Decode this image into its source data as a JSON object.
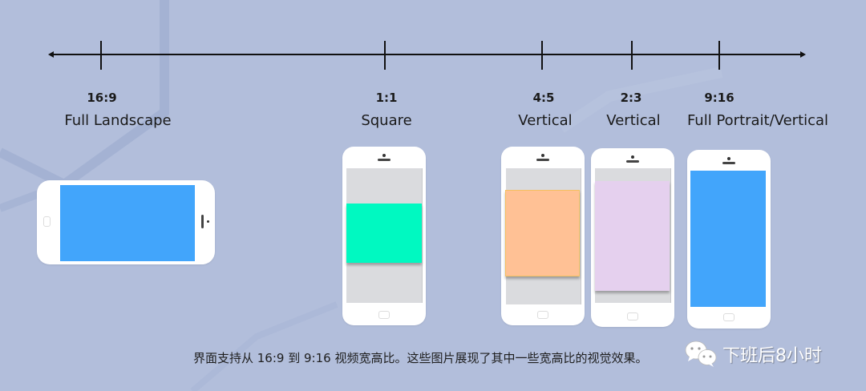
{
  "colors": {
    "background": "#b2bedb",
    "axis": "#111111",
    "phone_body": "#ffffff",
    "screen_gray": "#dadbde",
    "landscape_blue": "#42a5fb",
    "square_teal": "#00f9c1",
    "vertical_orange": "#ffc195",
    "vertical_lilac": "#e5d0ee",
    "portrait_blue": "#42a5fb"
  },
  "timeline": {
    "ticks": [
      {
        "ratio": "16:9",
        "name": "Full Landscape"
      },
      {
        "ratio": "1:1",
        "name": "Square"
      },
      {
        "ratio": "4:5",
        "name": "Vertical"
      },
      {
        "ratio": "2:3",
        "name": "Vertical"
      },
      {
        "ratio": "9:16",
        "name": "Full Portrait/Vertical"
      }
    ]
  },
  "phones": [
    {
      "orientation": "landscape",
      "ratio": "16:9",
      "icon": "phone-landscape"
    },
    {
      "orientation": "portrait",
      "ratio": "1:1",
      "icon": "phone-portrait"
    },
    {
      "orientation": "portrait",
      "ratio": "4:5",
      "icon": "phone-portrait"
    },
    {
      "orientation": "portrait",
      "ratio": "2:3",
      "icon": "phone-portrait"
    },
    {
      "orientation": "portrait",
      "ratio": "9:16",
      "icon": "phone-portrait"
    }
  ],
  "caption": "界面支持从 16:9 到 9:16 视频宽高比。这些图片展现了其中一些宽高比的视觉效果。",
  "watermark": {
    "icon": "wechat-icon",
    "text": "下班后8小时"
  }
}
